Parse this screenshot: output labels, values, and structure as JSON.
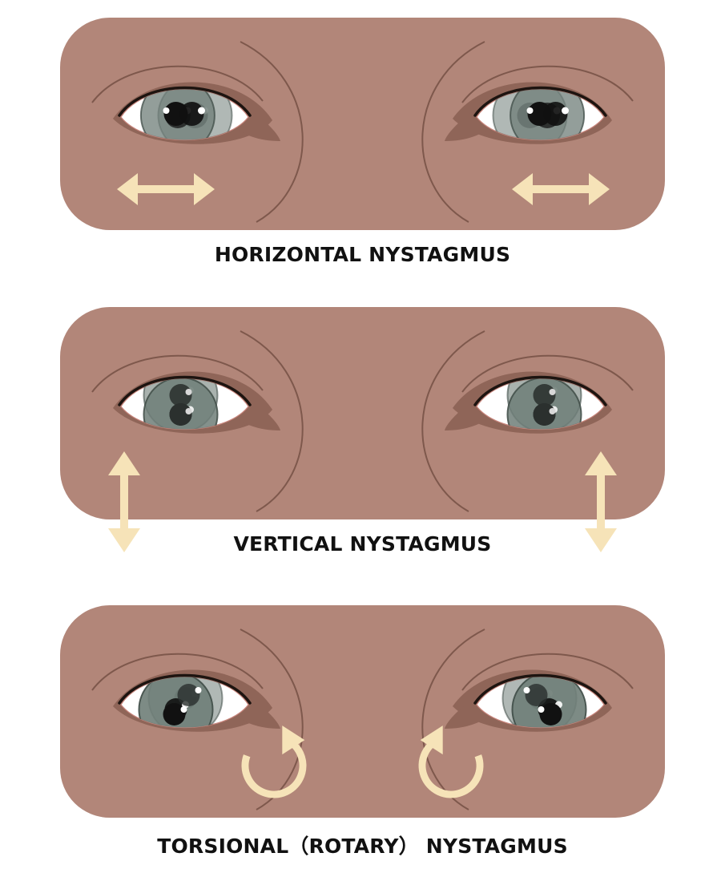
{
  "panels": [
    {
      "id": "horizontal",
      "label": "HORIZONTAL NYSTAGMUS"
    },
    {
      "id": "vertical",
      "label": "VERTICAL NYSTAGMUS"
    },
    {
      "id": "torsional",
      "label": "TORSIONAL（ROTARY） NYSTAGMUS"
    }
  ],
  "colors": {
    "skin": "#b28679",
    "skin_dark": "#8f6558",
    "crease": "#7e584c",
    "iris": "#5b6b64",
    "iris_ghost": "#6f7e78",
    "pupil": "#111111",
    "sclera": "#ffffff",
    "arrow": "#f6e3b8"
  }
}
